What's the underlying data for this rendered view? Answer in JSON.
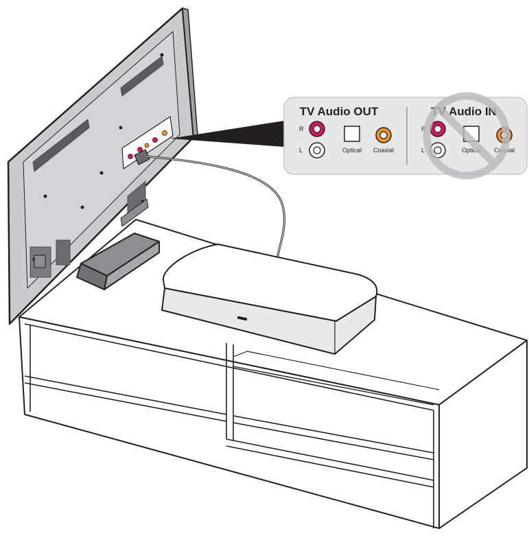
{
  "callout": {
    "out_panel": {
      "title": "TV Audio OUT",
      "right_label": "R",
      "left_label": "L",
      "optical_label": "Optical",
      "coaxial_label": "Coaxial"
    },
    "in_panel": {
      "title": "TV Audio IN",
      "right_label": "R",
      "left_label": "L",
      "optical_label": "Optical",
      "coaxial_label": "Coaxial"
    }
  },
  "colors": {
    "right_jack": "#d6165c",
    "coaxial_jack": "#f0902a",
    "tv_back": "#c9cbce",
    "outline": "#231f20",
    "prohibited_sign": "#b9babd"
  },
  "icons": [
    "prohibited-icon"
  ]
}
